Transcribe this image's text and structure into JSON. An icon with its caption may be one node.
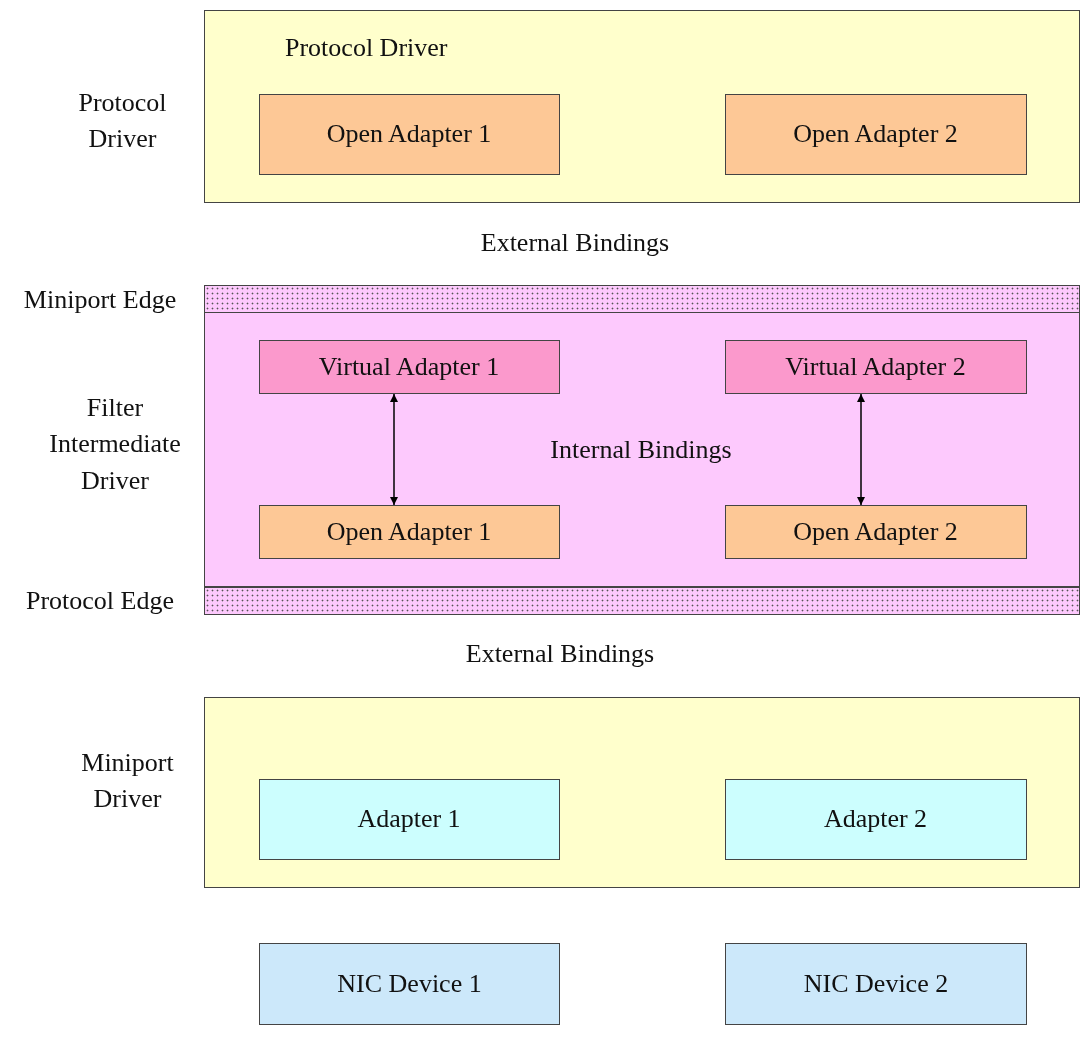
{
  "diagram": {
    "nodes": [
      {
        "text": [
          "Protocol Driver"
        ],
        "beside": [
          "Protocol Driver"
        ]
      },
      {
        "text": [
          "Open Adapter 1"
        ],
        "in": 0
      },
      {
        "text": [
          "Open Adapter 2"
        ],
        "in": 0
      },
      {
        "text": [],
        "shape": "bar",
        "beside": [
          "Miniport Edge"
        ]
      },
      {
        "text": [],
        "shape": "box",
        "beside": [
          "Filter Intermediate Driver"
        ]
      },
      {
        "text": [
          "Virtual Adapter 1"
        ],
        "in": 4
      },
      {
        "text": [
          "Virtual Adapter 2"
        ],
        "in": 4
      },
      {
        "text": [
          "Open Adapter 1"
        ],
        "in": 4
      },
      {
        "text": [
          "Open Adapter 2"
        ],
        "in": 4
      },
      {
        "text": [],
        "shape": "bar",
        "beside": [
          "Protocol Edge"
        ]
      },
      {
        "text": [],
        "shape": "box",
        "beside": [
          "Miniport Driver"
        ]
      },
      {
        "text": [
          "Adapter 1"
        ],
        "in": 10
      },
      {
        "text": [
          "Adapter 2"
        ],
        "in": 10
      },
      {
        "text": [
          "NIC Device 1"
        ]
      },
      {
        "text": [
          "NIC Device 2"
        ]
      }
    ],
    "edges": [
      {
        "from": 5,
        "to": 7,
        "arrow": "both"
      },
      {
        "from": 6,
        "to": 8,
        "arrow": "both"
      }
    ],
    "labels": [
      "External Bindings",
      "Internal Bindings",
      "External Bindings"
    ]
  }
}
